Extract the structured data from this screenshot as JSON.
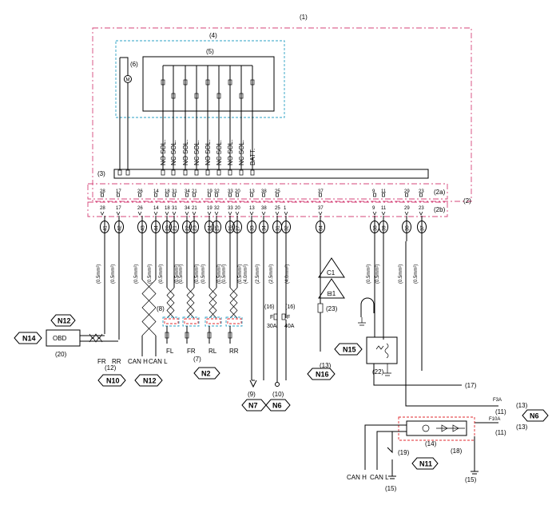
{
  "callouts": {
    "c1": "(1)",
    "c2": "(2)",
    "c2a": "(2a)",
    "c2b": "(2b)",
    "c3": "(3)",
    "c4": "(4)",
    "c5": "(5)",
    "c6": "(6)",
    "c7": "(7)",
    "c8": "(8)",
    "c9": "(9)",
    "c10": "(10)",
    "c11a": "(11)",
    "c11b": "(11)",
    "c12": "(12)",
    "c13a": "(13)",
    "c13b": "(13)",
    "c13c": "(13)",
    "c14": "(14)",
    "c15a": "(15)",
    "c15b": "(15)",
    "c16a": "(16)",
    "c16b": "(16)",
    "c17": "(17)",
    "c18": "(18)",
    "c19": "(19)",
    "c20": "(20)",
    "c22": "(22)",
    "c23": "(23)"
  },
  "motor_symbol": "M",
  "solenoids": [
    "NO SOL.",
    "NC SOL.",
    "NO SOL.",
    "NC SOL.",
    "NO SOL.",
    "NC SOL.",
    "NO SOL.",
    "NC SOL.",
    "BATT."
  ],
  "pins_2a": [
    "28",
    "17",
    "26",
    "14",
    "18",
    "31",
    "34",
    "21",
    "19",
    "32",
    "33",
    "20",
    "13",
    "38",
    "25",
    "37",
    "9",
    "11",
    "29",
    "23"
  ],
  "pins_2b": [
    "28",
    "17",
    "26",
    "14",
    "18",
    "31",
    "34",
    "21",
    "19",
    "32",
    "33",
    "20",
    "13",
    "38",
    "25",
    "1",
    "37",
    "9",
    "11",
    "29",
    "23"
  ],
  "wire_ids": [
    "41",
    "42",
    "43",
    "44",
    "20",
    "21",
    "22",
    "23",
    "24",
    "25",
    "26",
    "27",
    "33",
    "34",
    "31",
    "32",
    "64",
    "38",
    "39",
    "30",
    "37"
  ],
  "wire_sizes": [
    "(0.5mm²)",
    "(0.5mm²)",
    "(0.5mm²)",
    "(0.5mm²)",
    "(0.5mm²)",
    "(0.5mm²)",
    "(0.5mm²)",
    "(0.5mm²)",
    "(4.0mm²)",
    "(2.5mm²)",
    "(2.5mm²)",
    "(4.0mm²)",
    "(0.5mm²)",
    "(0.5mm²)",
    "(0.5mm²)",
    "(0.5mm²)"
  ],
  "fuse_F": "F",
  "fuse_30A": "30A",
  "fuse_40A": "40A",
  "fuse_F3A": "F3A",
  "fuse_F10A": "F10A",
  "obd_label": "OBD",
  "signals": {
    "fr1": "FR",
    "rr1": "RR",
    "canh1": "CAN H",
    "canl1": "CAN L",
    "fl": "FL",
    "fr2": "FR",
    "rl": "RL",
    "rr2": "RR",
    "canh2": "CAN H",
    "canl2": "CAN L"
  },
  "nets": {
    "n12a": "N12",
    "n14": "N14",
    "n10": "N10",
    "n12b": "N12",
    "n2": "N2",
    "n7": "N7",
    "n6a": "N6",
    "n16": "N16",
    "n15": "N15",
    "n6b": "N6",
    "n11": "N11"
  },
  "warning_labels": [
    "C1",
    "⊟1"
  ]
}
